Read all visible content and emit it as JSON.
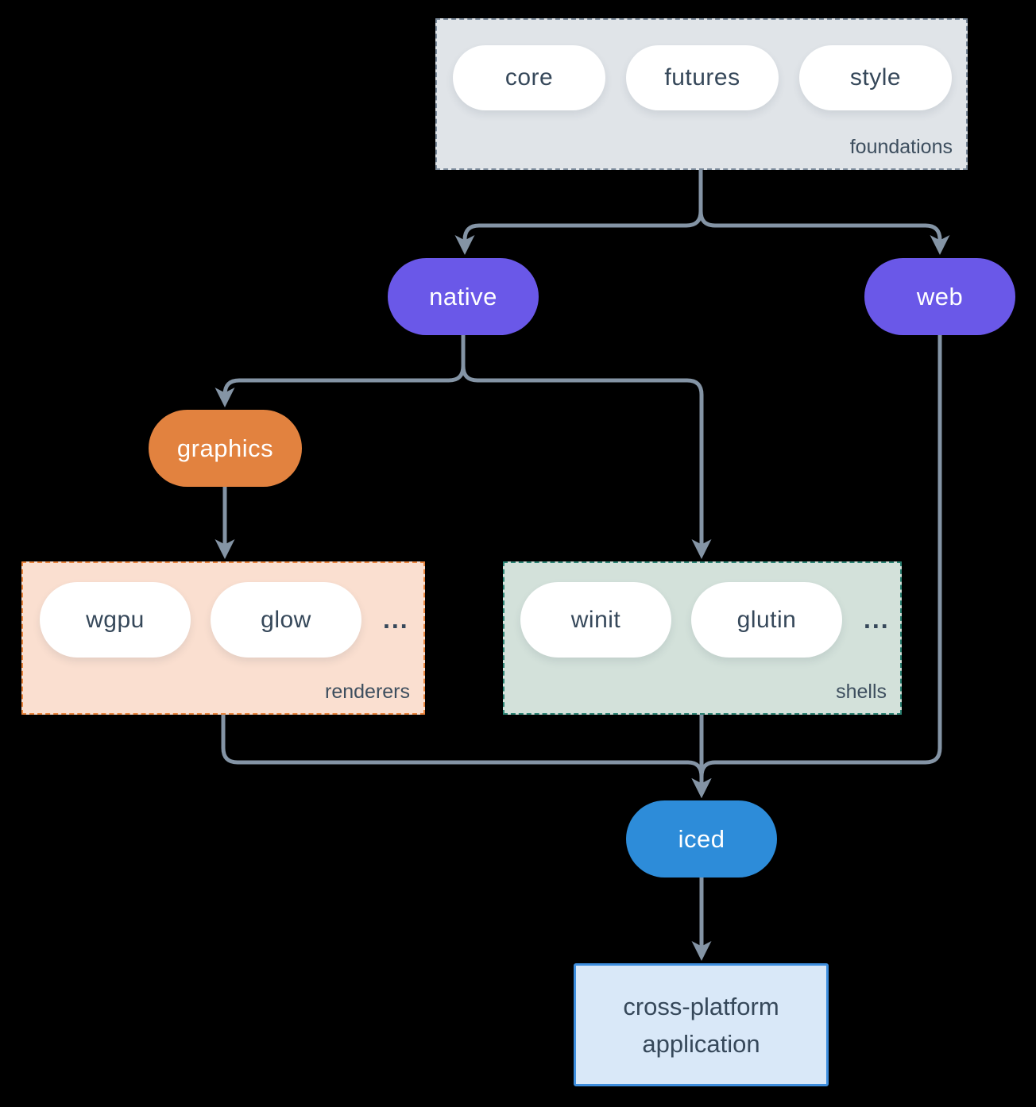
{
  "colors": {
    "background": "#000000",
    "arrow": "#8494a5",
    "purple_node": "#6a58e8",
    "orange_node": "#e2823f",
    "blue_node": "#2d8cd9",
    "foundations_fill": "#e0e4e8",
    "foundations_border": "#7b8a9a",
    "renderers_fill": "#fadfd0",
    "renderers_border": "#e8833c",
    "shells_fill": "#d3e1da",
    "shells_border": "#2c8273",
    "app_fill": "#d9e8f8",
    "app_border": "#3e8ede",
    "dark_text": "#36485a",
    "white_pill": "#ffffff"
  },
  "foundations": {
    "label": "foundations",
    "pills": [
      "core",
      "futures",
      "style"
    ]
  },
  "native": {
    "label": "native"
  },
  "web": {
    "label": "web"
  },
  "graphics": {
    "label": "graphics"
  },
  "renderers": {
    "label": "renderers",
    "pills": [
      "wgpu",
      "glow"
    ],
    "ellipsis": "..."
  },
  "shells": {
    "label": "shells",
    "pills": [
      "winit",
      "glutin"
    ],
    "ellipsis": "..."
  },
  "iced": {
    "label": "iced"
  },
  "application": {
    "line1": "cross-platform",
    "line2": "application"
  }
}
